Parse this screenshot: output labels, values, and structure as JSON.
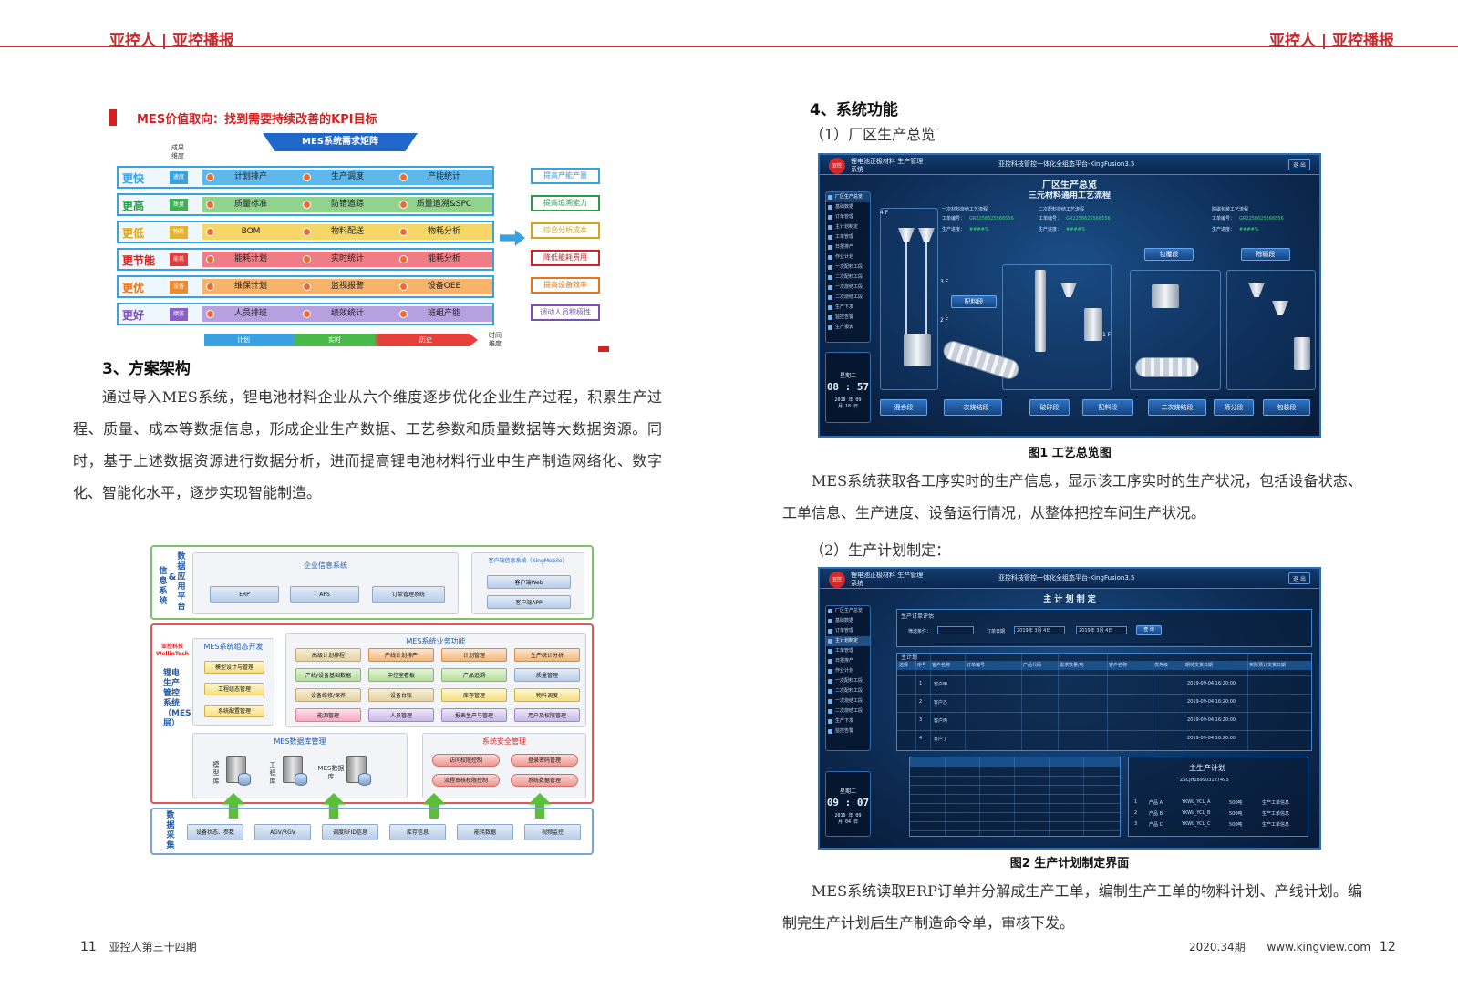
{
  "header": {
    "left": "亚控人 | 亚控播报",
    "right": "亚控人 | 亚控播报"
  },
  "kpi_figure": {
    "title": "MES价值取向：找到需要持续改善的KPI目标",
    "ribbon": "MES系统需求矩阵",
    "axis_label": "成果维度",
    "rows": [
      {
        "label": "更快",
        "tag": "速度",
        "color": "#3aa1e0",
        "tagcolor": "#3aa1e0",
        "band": "#5fb8ec",
        "cells": [
          "计划排产",
          "生产调度",
          "产能统计"
        ]
      },
      {
        "label": "更高",
        "tag": "质量",
        "color": "#2e9b4a",
        "tagcolor": "#3fae55",
        "band": "#8fd38d",
        "cells": [
          "质量标准",
          "防错追踪",
          "质量追溯&SPC"
        ]
      },
      {
        "label": "更低",
        "tag": "物耗",
        "color": "#d9a21b",
        "tagcolor": "#e6b42c",
        "band": "#f6d667",
        "cells": [
          "BOM",
          "物料配送",
          "物耗分析"
        ]
      },
      {
        "label": "更节能",
        "tag": "能耗",
        "color": "#d61f1f",
        "tagcolor": "#e23a3a",
        "band": "#f07d86",
        "cells": [
          "能耗计划",
          "实时统计",
          "能耗分析"
        ]
      },
      {
        "label": "更优",
        "tag": "设备",
        "color": "#e8741c",
        "tagcolor": "#f08a2f",
        "band": "#f6b36a",
        "cells": [
          "维保计划",
          "监视报警",
          "设备OEE"
        ]
      },
      {
        "label": "更好",
        "tag": "绩效",
        "color": "#7b4fb5",
        "tagcolor": "#8a60c4",
        "band": "#b7a0e0",
        "cells": [
          "人员排班",
          "绩效统计",
          "班组产能"
        ]
      }
    ],
    "goals": [
      "提高产能产量",
      "提高追溯能力",
      "综合分析成本",
      "降低能耗费用",
      "提高设备效率",
      "调动人员积极性"
    ],
    "bottom": [
      "计划",
      "实时",
      "历史"
    ],
    "time_axis": "时间维度"
  },
  "section3": {
    "heading": "3、方案架构",
    "paragraph": "通过导入MES系统，锂电池材料企业从六个维度逐步优化企业生产过程，积累生产过程、质量、成本等数据信息，形成企业生产数据、工艺参数和质量数据等大数据资源。同时，基于上述数据资源进行数据分析，进而提高锂电池材料行业中生产制造网络化、数字化、智能化水平，逐步实现智能制造。"
  },
  "arch": {
    "top_label": "信息系统",
    "top_sub": "数据应用平台",
    "amp": "&",
    "ent_title": "企业信息系统",
    "ent_btns": [
      "ERP",
      "APS",
      "订单管理系统"
    ],
    "cust_title": "客户端信息系统（KingMobile）",
    "cust_btns": [
      "客户端Web",
      "客户端APP"
    ],
    "mid_brand": "亚控科技 WellinTech",
    "mid_label": "锂电生产管控系统（MES层）",
    "dev_title": "MES系统组态开发",
    "dev_btns": [
      "模型设计与管理",
      "工程组态管理",
      "系统配置管理"
    ],
    "biz_title": "MES系统业务功能",
    "biz_btns": [
      "高级计划排程",
      "产线计划排产",
      "计划管理",
      "生产统计分析",
      "产线/设备基础数据",
      "中控室看板",
      "产品追溯",
      "质量管理",
      "设备维修/保养",
      "设备台账",
      "库存管理",
      "物料调度",
      "能源管理",
      "人员管理",
      "报表生产与管理",
      "用户及权限管理"
    ],
    "data_title": "MES数据库管理",
    "db_labels": [
      "模型库",
      "工程库",
      "MES数据库"
    ],
    "sec_title": "系统安全管理",
    "sec_btns": [
      "访问权限控制",
      "登录密码管理",
      "流程审核权限控制",
      "系统数据管理"
    ],
    "bot_label": "数据采集",
    "bot_btns": [
      "设备状态、参数",
      "AGV/RGV",
      "调度RFID信息",
      "库存信息",
      "能耗数据",
      "视频监控"
    ]
  },
  "section4": {
    "heading": "4、系统功能",
    "sub1": "（1）厂区生产总览",
    "sub2": "（2）生产计划制定：",
    "caption1": "图1 工艺总览图",
    "caption2": "图2 生产计划制定界面",
    "para1": "MES系统获取各工序实时的生产信息，显示该工序实时的生产状况，包括设备状态、工单信息、生产进度、设备运行情况，从整体把控车间生产状况。",
    "para2": "MES系统读取ERP订单并分解成生产工单，编制生产工单的物料计划、产线计划。编制完生产计划后生产制造命令单，审核下发。"
  },
  "hmi1": {
    "company": "锂电池正极材料 生产管理系统",
    "platform": "亚控科技管控一体化全组态平台-KingFusion3.5",
    "exit": "退 出",
    "title": "厂区生产总览",
    "subtitle": "三元材料通用工艺流程",
    "menu": [
      "厂区生产总览",
      "基础数据",
      "订单管理",
      "主计划制定",
      "工单管理",
      "日报排产",
      "作业计划",
      "一次配料工段",
      "二次配料工段",
      "一次烧结工段",
      "二次烧结工段",
      "生产下发",
      "监控告警",
      "生产报表"
    ],
    "clock_time": "08 : 57",
    "clock_date": "2018 年 09 月 18 日",
    "clock_day": "星期二",
    "proc1": "一次材料烧结工艺流程",
    "proc2": "二次配料烧结工艺流程",
    "proc3": "除磁包装工艺流程",
    "wo_label": "工单编号：",
    "wo_no": "GR2258625566556",
    "prog_label": "生产进度：",
    "prog_val": "####%",
    "zones": [
      "包覆段",
      "除磁段",
      "配料段"
    ],
    "floors": [
      "4 F",
      "3 F",
      "2 F",
      "1 F"
    ],
    "bottom_btns": [
      "混合段",
      "一次烧结段",
      "破碎段",
      "配料段",
      "二次烧结段",
      "筛分段",
      "包装段"
    ]
  },
  "hmi2": {
    "company": "锂电池正极材料 生产管理系统",
    "platform": "亚控科技管控一体化全组态平台-KingFusion3.5",
    "exit": "退 出",
    "title": "主 计 划 制 定",
    "panel1": "生产订单评估",
    "panel2": "主计划",
    "panel3": "主生产计划",
    "plan_no": "ZSCJH189903127493",
    "clock_time": "09 : 07",
    "clock_date": "2016 年 09 月 04 日",
    "clock_day": "星期二",
    "search_label": "筛选条件：",
    "order_date": "订单日期",
    "date1": "2019年 3月 4日",
    "date2": "2019年 3月 4日",
    "query": "查 询",
    "cols": [
      "选择",
      "序号",
      "客户名称",
      "订单编号",
      "产品代码",
      "需求数量/吨",
      "客户名称",
      "优先级",
      "期待交货日期",
      "实际预计交货日期"
    ],
    "rows": [
      {
        "no": "1",
        "cust": "客户甲",
        "date": "2019-09-04 16:20:00"
      },
      {
        "no": "2",
        "cust": "客户乙",
        "date": "2019-09-04 16:20:00"
      },
      {
        "no": "3",
        "cust": "客户丙",
        "date": "2019-09-04 16:20:00"
      },
      {
        "no": "4",
        "cust": "客户丁",
        "date": "2019-09-04 16:20:00"
      }
    ],
    "plan_rows": [
      [
        "1",
        "产品 A",
        "YKWL_YCL_A",
        "500吨",
        "生产工单信息"
      ],
      [
        "2",
        "产品 B",
        "YKWL_YCL_B",
        "500吨",
        "生产工单信息"
      ],
      [
        "3",
        "产品 C",
        "YKWL_YCL_C",
        "500吨",
        "生产工单信息"
      ]
    ]
  },
  "footer": {
    "left_num": "11",
    "left_text": "亚控人第三十四期",
    "right_text": "2020.34期",
    "right_url": "www.kingview.com",
    "right_num": "12"
  }
}
